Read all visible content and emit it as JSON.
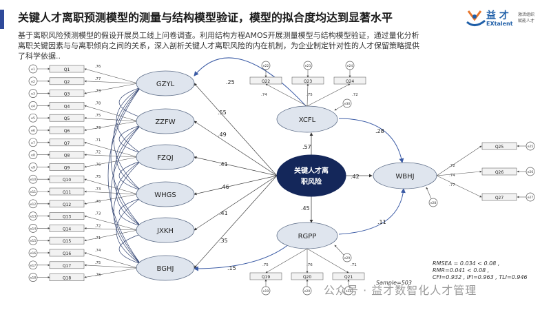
{
  "header": {
    "title": "关键人才离职预测模型的测量与结构模型验证，模型的拟合度均达到显著水平",
    "subtitle": "基于离职风险预测模型的假设开展员工线上问卷调查。利用结构方程AMOS开展测量模型与结构模型验证，通过量化分析离职关键因素与与离职倾向之间的关系，深入剖析关键人才离职风险的内在机制，为企业制定针对性的人才保留策略提供了科学依据.."
  },
  "logo": {
    "brand_cn": "益 才",
    "brand_en": "EXtalent",
    "tagline1": "激活组织",
    "tagline2": "赋能人才"
  },
  "diagram": {
    "left_items": [
      {
        "error": "e1",
        "item": "Q1",
        "loading": ".76"
      },
      {
        "error": "e2",
        "item": "Q2",
        "loading": ".77"
      },
      {
        "error": "e3",
        "item": "Q3",
        "loading": ".73"
      },
      {
        "error": "e4",
        "item": "Q4",
        "loading": ".78"
      },
      {
        "error": "e5",
        "item": "Q5",
        "loading": ".75"
      },
      {
        "error": "e6",
        "item": "Q6",
        "loading": ".73"
      },
      {
        "error": "e7",
        "item": "Q7",
        "loading": ".71"
      },
      {
        "error": "e8",
        "item": "Q8",
        "loading": ".72"
      },
      {
        "error": "e9",
        "item": "Q9",
        "loading": ".76"
      },
      {
        "error": "e10",
        "item": "Q10",
        "loading": ".75"
      },
      {
        "error": "e11",
        "item": "Q11",
        "loading": ".73"
      },
      {
        "error": "e12",
        "item": "Q12",
        "loading": ".75"
      },
      {
        "error": "e13",
        "item": "Q13",
        "loading": ".73"
      },
      {
        "error": "e14",
        "item": "Q14",
        "loading": ".72"
      },
      {
        "error": "e15",
        "item": "Q15",
        "loading": ".71"
      },
      {
        "error": "e16",
        "item": "Q16",
        "loading": ".74"
      },
      {
        "error": "e17",
        "item": "Q17",
        "loading": ".75"
      },
      {
        "error": "e18",
        "item": "Q18",
        "loading": ".76"
      }
    ],
    "factors": [
      {
        "name": "GZYL",
        "path": ".55"
      },
      {
        "name": "ZZFW",
        "path": ".49"
      },
      {
        "name": "FZQJ",
        "path": ".41"
      },
      {
        "name": "WHGS",
        "path": ".46"
      },
      {
        "name": "JXKH",
        "path": ".41"
      },
      {
        "name": "BGHJ",
        "path": ".35"
      }
    ],
    "center": {
      "line1": "关键人才离",
      "line2": "职风险"
    },
    "xcfl": {
      "name": "XCFL",
      "items": [
        {
          "item": "Q22",
          "error": "e22",
          "loading": ".74"
        },
        {
          "item": "Q23",
          "error": "e23",
          "loading": ".75"
        },
        {
          "item": "Q24",
          "error": "e24",
          "loading": ".72"
        }
      ],
      "disturbance": "e30",
      "path_from_center": ".57"
    },
    "rgpp": {
      "name": "RGPP",
      "items": [
        {
          "item": "Q19",
          "error": "e19",
          "loading": ".75"
        },
        {
          "item": "Q20",
          "error": "e20",
          "loading": ".76"
        },
        {
          "item": "Q21",
          "error": "e21",
          "loading": ".71"
        }
      ],
      "disturbance": "e29",
      "path_from_center": ".45"
    },
    "wbhj": {
      "name": "WBHJ",
      "items": [
        {
          "item": "Q25",
          "error": "e25",
          "loading": ".72"
        },
        {
          "item": "Q26",
          "error": "e26",
          "loading": ".74"
        },
        {
          "item": "Q27",
          "error": "e27",
          "loading": ".77"
        }
      ],
      "disturbance": "e28",
      "path_from_center": ".42"
    },
    "paths": {
      "gzyl_xcfl": ".25",
      "xcfl_wbhj": ".28",
      "rgpp_wbhj": ".11",
      "bghj_rgpp": ".15"
    }
  },
  "fit": {
    "rmsea": "RMSEA = 0.034 < 0.08 ,",
    "rmr": "RMR=0.041 < 0.08 ,",
    "indices": "CFI=0.932 , IFI=0.963 , TLI=0.946",
    "sample": "Sample=503"
  },
  "watermark": "公众号 · 益才数智化人才管理"
}
